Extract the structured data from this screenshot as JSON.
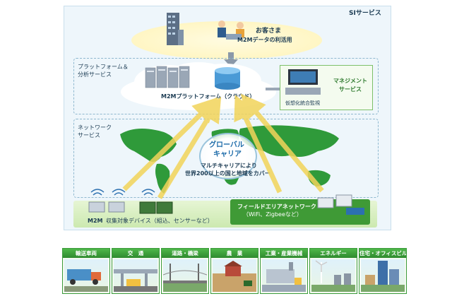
{
  "si": {
    "label": "SIサービス"
  },
  "customer": {
    "line1": "お客さま",
    "line2": "M2Mデータの利活用"
  },
  "platform": {
    "section_line1": "プラットフォーム＆",
    "section_line2": "分析サービス",
    "cloud_label": "M2Mプラットフォーム（クラウド）"
  },
  "management": {
    "line1": "マネジメント",
    "line2": "サービス",
    "monitor_label": "仮想化統合監視"
  },
  "network": {
    "line1": "ネットワーク",
    "line2": "サービス"
  },
  "global": {
    "title_line1": "グローバル",
    "title_line2": "キャリア",
    "desc_line1": "マルチキャリアにより",
    "desc_line2": "世界200以上の国と地域をカバー"
  },
  "devices": {
    "m2m": "M2M",
    "collect": "収集対象デバイス（組込、センサーなど）"
  },
  "field": {
    "line1": "フィールドエリアネットワーク",
    "line2": "（WiFi、Zigbeeなど）"
  },
  "categories": [
    {
      "label": "輸送車両"
    },
    {
      "label": "交　通"
    },
    {
      "label": "道路・橋梁"
    },
    {
      "label": "農　業"
    },
    {
      "label": "工業・産業機械"
    },
    {
      "label": "エネルギー"
    },
    {
      "label": "住宅・オフィスビル"
    }
  ],
  "colors": {
    "arrow": "#f2d45a",
    "accent_green": "#3a9a3a",
    "panel": "#eef6fb",
    "label": "#1a3a52"
  }
}
